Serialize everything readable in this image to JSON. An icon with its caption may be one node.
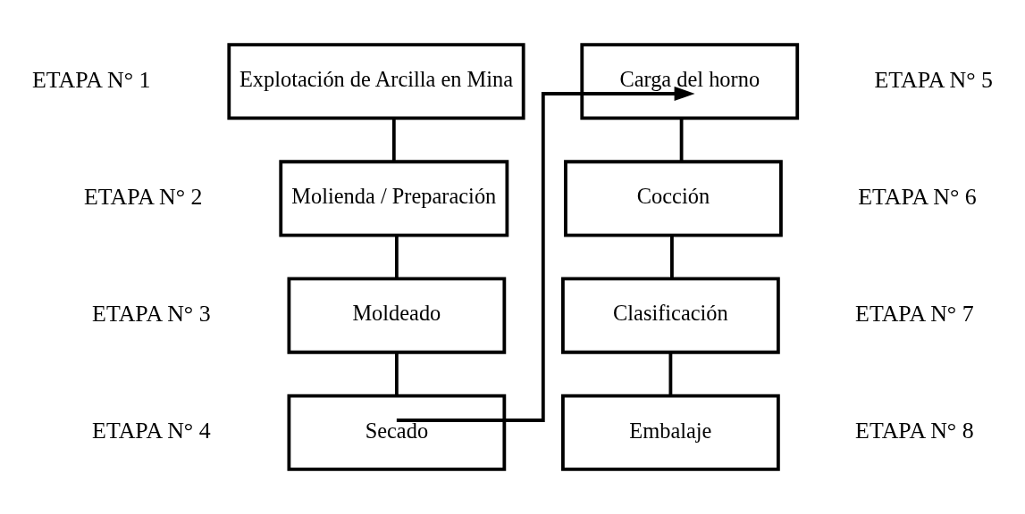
{
  "diagram": {
    "nodes": [
      {
        "text": [
          "Explotación de Arcilla en Mina"
        ],
        "beside": [
          "ETAPA N° 1"
        ]
      },
      {
        "text": [
          "Molienda / Preparación"
        ],
        "beside": [
          "ETAPA N° 2"
        ]
      },
      {
        "text": [
          "Moldeado"
        ],
        "beside": [
          "ETAPA N° 3"
        ]
      },
      {
        "text": [
          "Secado"
        ],
        "beside": [
          "ETAPA N° 4"
        ]
      },
      {
        "text": [
          "Carga del horno"
        ],
        "beside": [
          "ETAPA N° 5"
        ]
      },
      {
        "text": [
          "Cocción"
        ],
        "beside": [
          "ETAPA N° 6"
        ]
      },
      {
        "text": [
          "Clasificación"
        ],
        "beside": [
          "ETAPA N° 7"
        ]
      },
      {
        "text": [
          "Embalaje"
        ],
        "beside": [
          "ETAPA N° 8"
        ]
      }
    ],
    "edges": [
      {
        "from": 0,
        "to": 1,
        "arrow": "none"
      },
      {
        "from": 1,
        "to": 2,
        "arrow": "none"
      },
      {
        "from": 2,
        "to": 3,
        "arrow": "none"
      },
      {
        "from": 3,
        "to": 4,
        "arrow": "to"
      },
      {
        "from": 4,
        "to": 5,
        "arrow": "none"
      },
      {
        "from": 5,
        "to": 6,
        "arrow": "none"
      },
      {
        "from": 6,
        "to": 7,
        "arrow": "none"
      }
    ]
  }
}
